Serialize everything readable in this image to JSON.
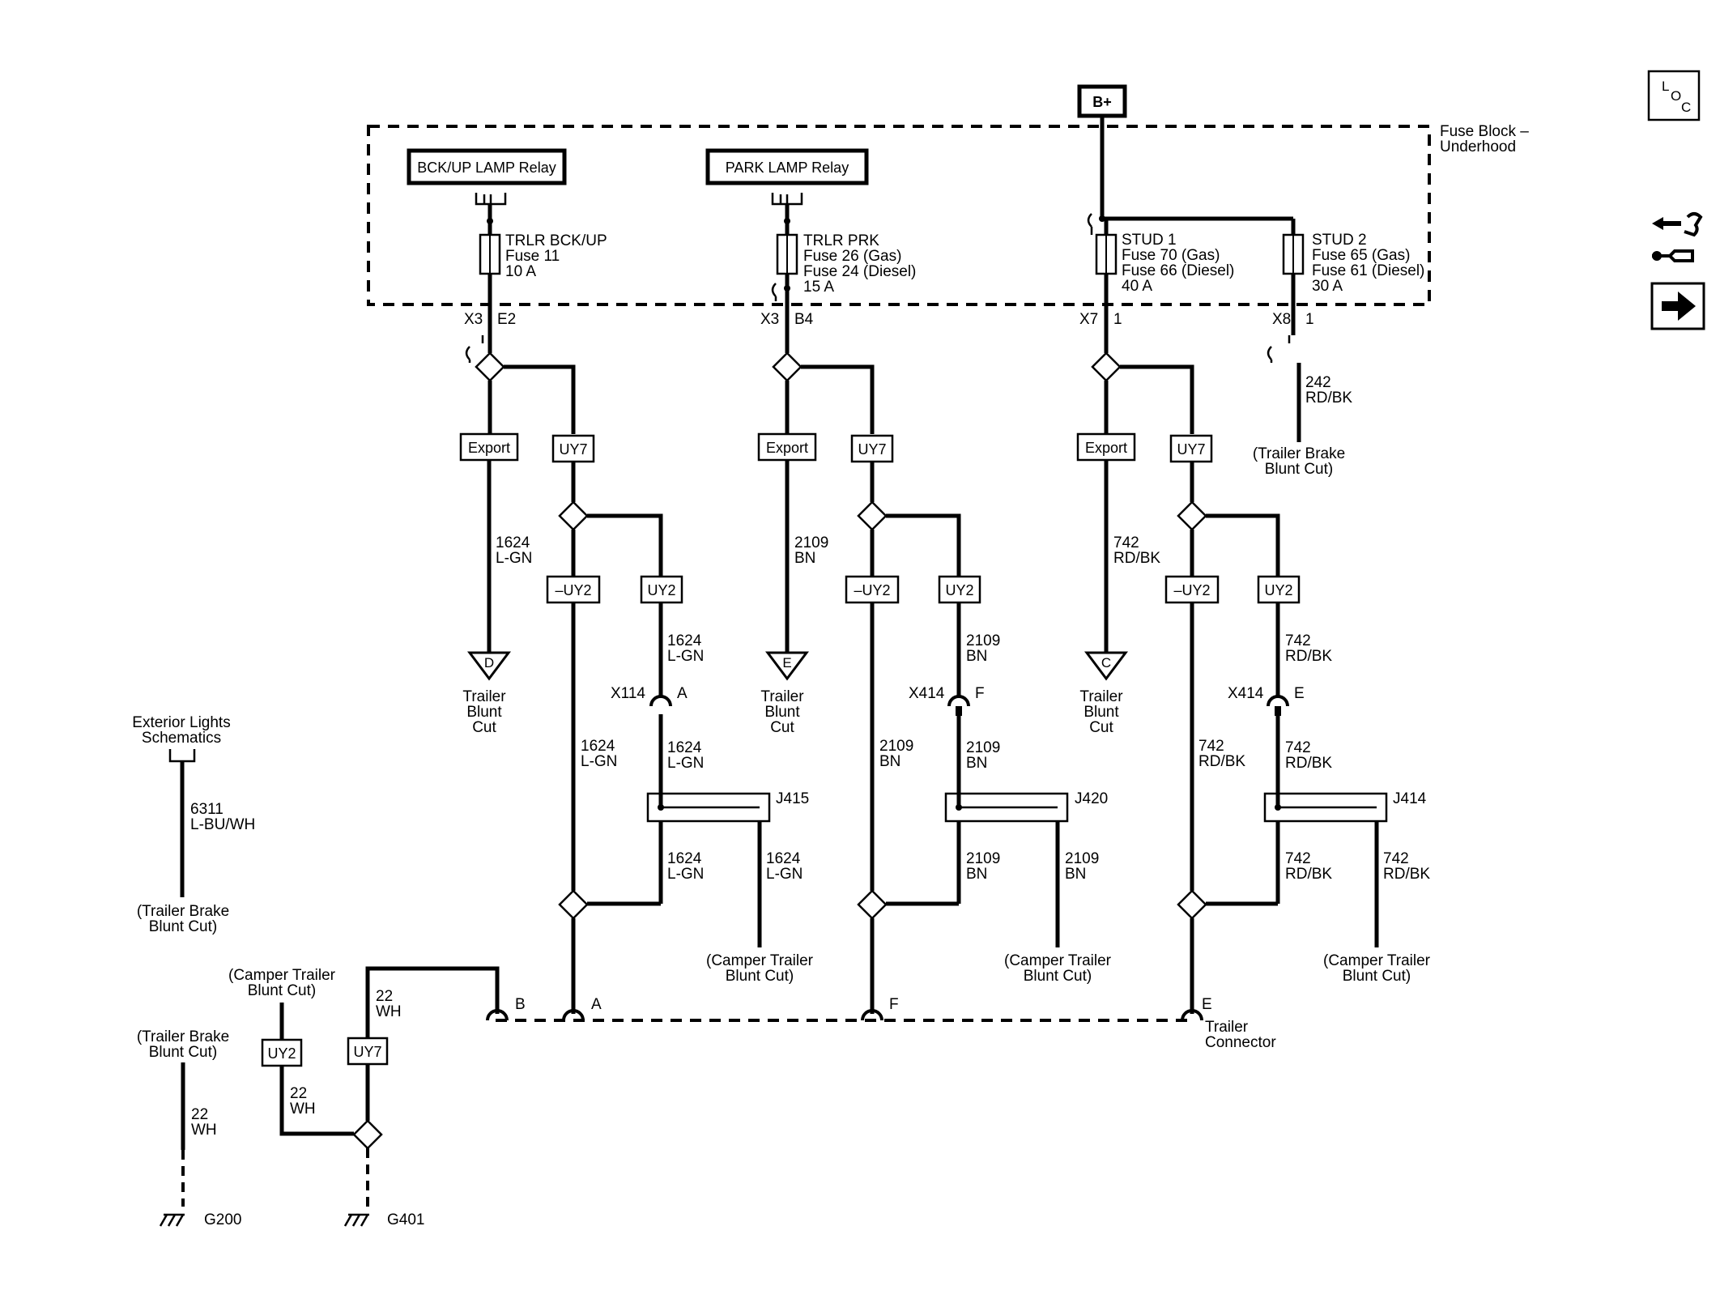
{
  "header": {
    "b_plus": "B+",
    "fuse_block": [
      "Fuse Block –",
      "Underhood"
    ]
  },
  "relays": {
    "bckup": "BCK/UP LAMP Relay",
    "park": "PARK LAMP Relay"
  },
  "fuses": {
    "f1": [
      "TRLR BCK/UP",
      "Fuse 11",
      "10 A"
    ],
    "f2": [
      "TRLR PRK",
      "Fuse 26 (Gas)",
      "Fuse 24 (Diesel)",
      "15 A"
    ],
    "f3": [
      "STUD 1",
      "Fuse 70 (Gas)",
      "Fuse 66 (Diesel)",
      "40 A"
    ],
    "f4": [
      "STUD 2",
      "Fuse 65 (Gas)",
      "Fuse 61 (Diesel)",
      "30 A"
    ]
  },
  "connectors": {
    "c1": [
      "X3",
      "E2"
    ],
    "c2": [
      "X3",
      "B4"
    ],
    "c3": [
      "X7",
      "1"
    ],
    "c4": [
      "X8",
      "1"
    ],
    "x114": [
      "X114",
      "A"
    ],
    "x414f": [
      "X414",
      "F"
    ],
    "x414e": [
      "X414",
      "E"
    ],
    "j415": "J415",
    "j420": "J420",
    "j414": "J414"
  },
  "options": {
    "export": "Export",
    "uy7": "UY7",
    "uy2": "UY2",
    "not_uy2": "–UY2"
  },
  "wires": {
    "w1624": [
      "1624",
      "L-GN"
    ],
    "w2109": [
      "2109",
      "BN"
    ],
    "w742": [
      "742",
      "RD/BK"
    ],
    "w242": [
      "242",
      "RD/BK"
    ],
    "w6311": [
      "6311",
      "L-BU/WH"
    ],
    "w22": [
      "22",
      "WH"
    ]
  },
  "refs": {
    "trailer_blunt_cut": [
      "Trailer",
      "Blunt",
      "Cut"
    ],
    "trailer_brake": [
      "(Trailer Brake",
      "Blunt Cut)"
    ],
    "camper_trailer": [
      "(Camper Trailer",
      "Blunt Cut)"
    ],
    "exterior_lights": [
      "Exterior Lights",
      "Schematics"
    ],
    "d": "D",
    "e": "E",
    "c": "C"
  },
  "trailer_connector": {
    "pins": [
      "B",
      "A",
      "F",
      "E"
    ],
    "label": [
      "Trailer",
      "Connector"
    ]
  },
  "grounds": {
    "g200": "G200",
    "g401": "G401"
  },
  "nav": {
    "loc": [
      "L",
      "O",
      "C"
    ]
  }
}
